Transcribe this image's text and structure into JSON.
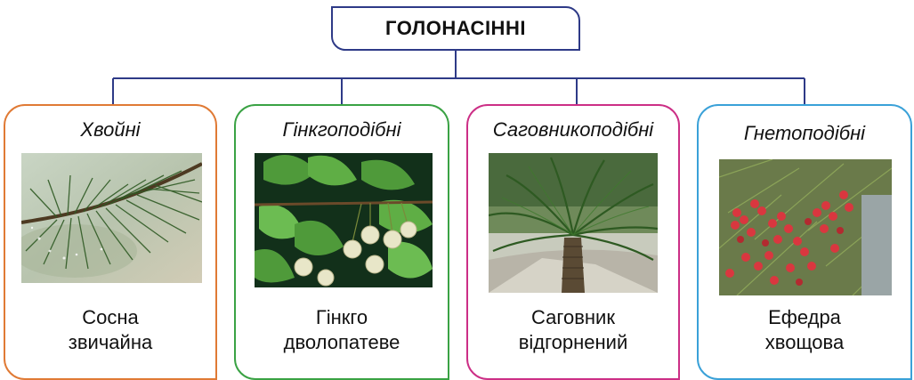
{
  "root": {
    "title": "ГОЛОНАСІННІ"
  },
  "colors": {
    "connector": "#2e3a87",
    "card_1": "#e07a35",
    "card_2": "#3aa244",
    "card_3": "#cc2f86",
    "card_4": "#3aa1d8"
  },
  "groups": [
    {
      "title": "Хвойні",
      "caption_line1": "Сосна",
      "caption_line2": "звичайна",
      "image": "pine-branch-photo"
    },
    {
      "title": "Гінкгоподібні",
      "caption_line1": "Гінкго",
      "caption_line2": "дволопатеве",
      "image": "ginkgo-leaves-photo"
    },
    {
      "title": "Саговникоподібні",
      "caption_line1": "Саговник",
      "caption_line2": "відгорнений",
      "image": "sago-palm-photo"
    },
    {
      "title": "Гнетоподібні",
      "caption_line1": "Ефедра",
      "caption_line2": "хвощова",
      "image": "ephedra-berries-photo"
    }
  ]
}
